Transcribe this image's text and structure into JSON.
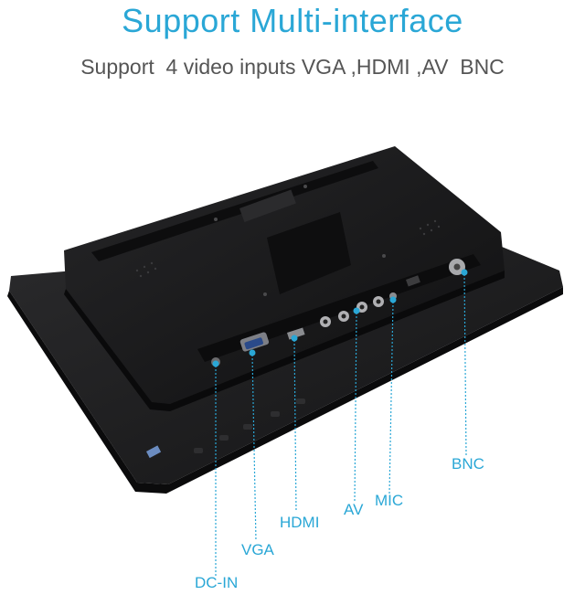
{
  "header": {
    "title": "Support Multi-interface",
    "subtitle": "Support  4 video inputs VGA ,HDMI ,AV  BNC"
  },
  "colors": {
    "accent": "#2aa7d6",
    "monitor_body": "#1d1d1f",
    "monitor_shadow": "#0b0b0c"
  },
  "ports": {
    "dc_in": "DC-IN",
    "vga": "VGA",
    "hdmi": "HDMI",
    "av": "AV",
    "mic": "MIC",
    "bnc": "BNC"
  }
}
